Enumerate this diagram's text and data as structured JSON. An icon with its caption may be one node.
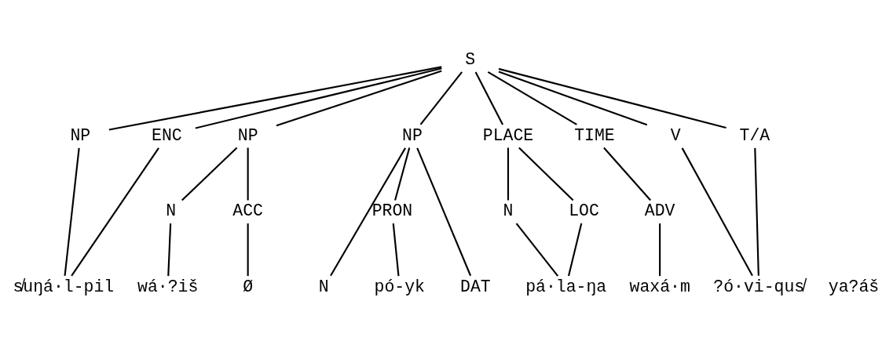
{
  "diagram": {
    "nodes": [
      {
        "text": [
          "S"
        ]
      },
      {
        "text": [
          "NP"
        ]
      },
      {
        "text": [
          "ENC"
        ]
      },
      {
        "text": [
          "NP"
        ]
      },
      {
        "text": [
          "NP"
        ]
      },
      {
        "text": [
          "PLACE"
        ]
      },
      {
        "text": [
          "TIME"
        ]
      },
      {
        "text": [
          "V"
        ]
      },
      {
        "text": [
          "T/A"
        ]
      },
      {
        "text": [
          "N"
        ]
      },
      {
        "text": [
          "ACC"
        ]
      },
      {
        "text": [
          "N"
        ]
      },
      {
        "text": [
          "PRON"
        ]
      },
      {
        "text": [
          "DAT"
        ]
      },
      {
        "text": [
          "N"
        ]
      },
      {
        "text": [
          "LOC"
        ]
      },
      {
        "text": [
          "ADV"
        ]
      },
      {
        "text": [
          "s̸uŋá·l-pil"
        ]
      },
      {
        "text": [
          "wá·?iš"
        ]
      },
      {
        "text": [
          "Ø"
        ]
      },
      {
        "text": [
          "pó-yk"
        ]
      },
      {
        "text": [
          "pá·la-ŋa"
        ]
      },
      {
        "text": [
          "waxá·m"
        ]
      },
      {
        "text": [
          "?ó·vi-qus̸"
        ]
      }
    ],
    "edges": [
      {
        "from": 0,
        "to": 1,
        "arrow": "none"
      },
      {
        "from": 0,
        "to": 2,
        "arrow": "none"
      },
      {
        "from": 0,
        "to": 3,
        "arrow": "none"
      },
      {
        "from": 0,
        "to": 4,
        "arrow": "none"
      },
      {
        "from": 0,
        "to": 5,
        "arrow": "none"
      },
      {
        "from": 0,
        "to": 6,
        "arrow": "none"
      },
      {
        "from": 0,
        "to": 7,
        "arrow": "none"
      },
      {
        "from": 0,
        "to": 8,
        "arrow": "none"
      },
      {
        "from": 3,
        "to": 9,
        "arrow": "none"
      },
      {
        "from": 3,
        "to": 10,
        "arrow": "none"
      },
      {
        "from": 4,
        "to": 11,
        "arrow": "none"
      },
      {
        "from": 4,
        "to": 12,
        "arrow": "none"
      },
      {
        "from": 4,
        "to": 13,
        "arrow": "none"
      },
      {
        "from": 5,
        "to": 14,
        "arrow": "none"
      },
      {
        "from": 5,
        "to": 15,
        "arrow": "none"
      },
      {
        "from": 6,
        "to": 16,
        "arrow": "none"
      },
      {
        "from": 1,
        "to": 17,
        "arrow": "none"
      },
      {
        "from": 2,
        "to": 17,
        "arrow": "none"
      },
      {
        "from": 9,
        "to": 18,
        "arrow": "none"
      },
      {
        "from": 10,
        "to": 19,
        "arrow": "none"
      },
      {
        "from": 12,
        "to": 20,
        "arrow": "none"
      },
      {
        "from": 14,
        "to": 21,
        "arrow": "none"
      },
      {
        "from": 15,
        "to": 21,
        "arrow": "none"
      },
      {
        "from": 16,
        "to": 22,
        "arrow": "none"
      },
      {
        "from": 7,
        "to": 23,
        "arrow": "none"
      },
      {
        "from": 8,
        "to": 23,
        "arrow": "none"
      }
    ],
    "labels": [
      "ya?áš"
    ]
  }
}
